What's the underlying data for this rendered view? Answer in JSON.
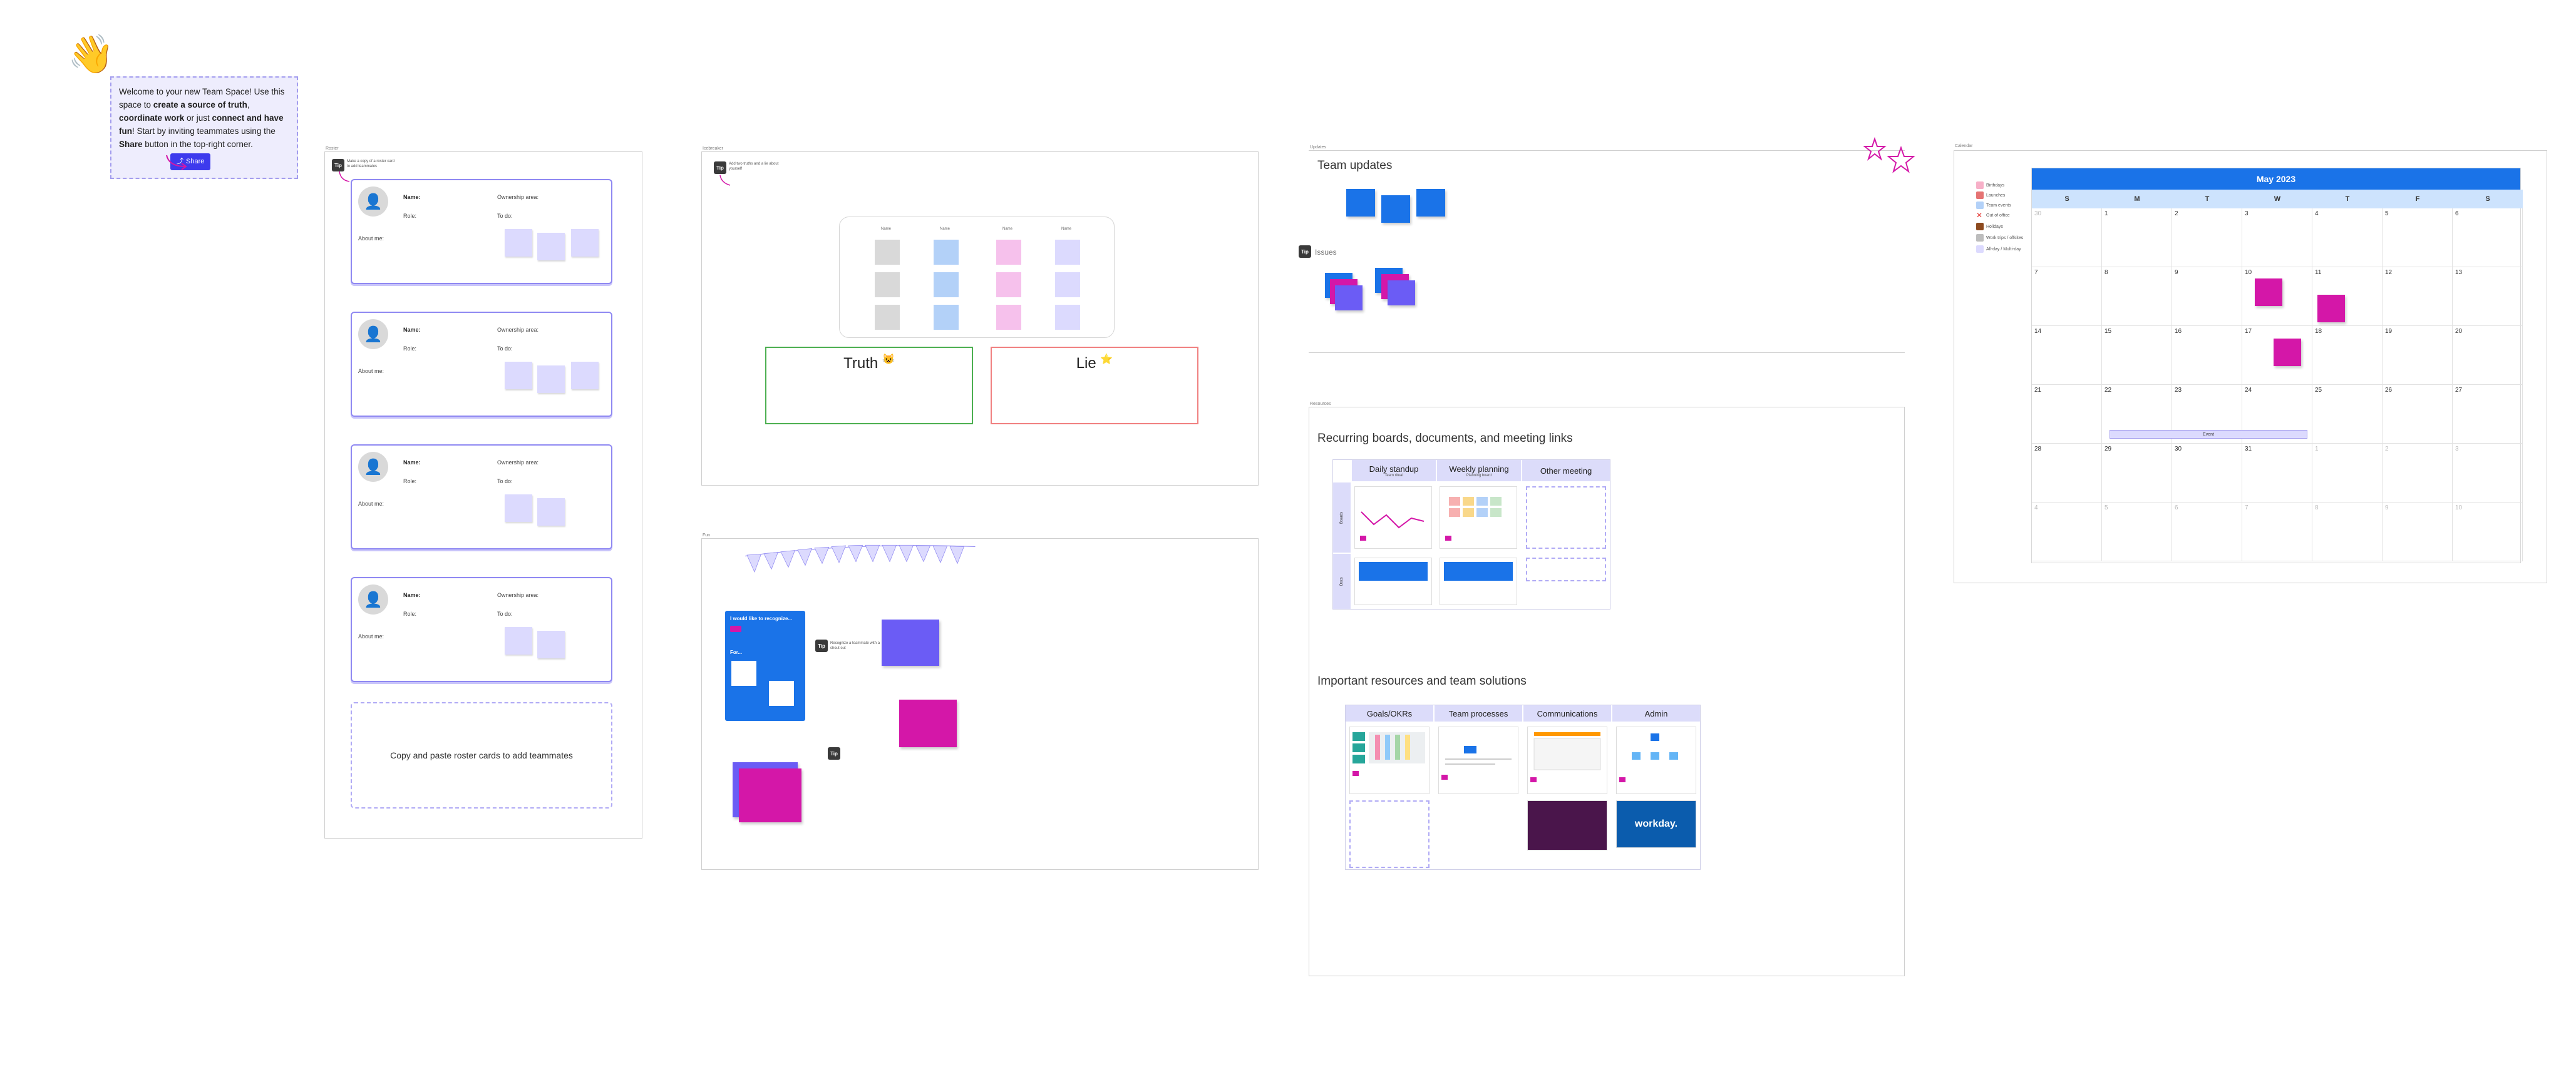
{
  "welcome": {
    "emoji": "👋",
    "line_a": "Welcome to your new Team Space! Use this space to ",
    "bold_a": "create a source of truth",
    "line_b": ", ",
    "bold_b": "coordinate work",
    "line_c": " or just ",
    "bold_c": "connect and have fun",
    "line_d": "! Start by inviting teammates using the ",
    "bold_d": "Share",
    "line_e": " button in the top-right corner.",
    "share_label": "Share"
  },
  "roster": {
    "frame_label": "Roster",
    "tip_badge": "Tip",
    "tip_text": "Make a copy of a roster card to add teammates",
    "cards": [
      {
        "name_label": "Name:",
        "role_label": "Role:",
        "about_label": "About me:",
        "ownership_label": "Ownership area:",
        "todo_label": "To do:"
      },
      {
        "name_label": "Name:",
        "role_label": "Role:",
        "about_label": "About me:",
        "ownership_label": "Ownership area:",
        "todo_label": "To do:"
      },
      {
        "name_label": "Name:",
        "role_label": "Role:",
        "about_label": "About me:",
        "ownership_label": "Ownership area:",
        "todo_label": "To do:"
      },
      {
        "name_label": "Name:",
        "role_label": "Role:",
        "about_label": "About me:",
        "ownership_label": "Ownership area:",
        "todo_label": "To do:"
      }
    ],
    "copy_text": "Copy and paste roster cards to add teammates"
  },
  "truths": {
    "frame_label": "Icebreaker",
    "tip_badge": "Tip",
    "tip_text": "Add two truths and a lie about yourself",
    "columns": [
      "Name",
      "Name",
      "Name",
      "Name"
    ],
    "truth_label": "Truth",
    "truth_emoji": "😺",
    "lie_label": "Lie",
    "lie_emoji": "⭐"
  },
  "fun": {
    "frame_label": "Fun",
    "blue_title": "I would like to recognize...",
    "blue_sub": "For...",
    "tip_badge": "Tip",
    "tip_text": "Recognize a teammate with a shout out",
    "tip_badge_2": "Tip"
  },
  "updates": {
    "frame_label": "Updates",
    "title": "Team updates",
    "subtitle": "Issues",
    "tip_badge": "Tip"
  },
  "resources": {
    "frame_label": "Resources",
    "recurring_title": "Recurring boards, documents, and meeting links",
    "recurring_cols": [
      "Daily standup",
      "Weekly planning",
      "Other meeting"
    ],
    "recurring_sub": [
      "Team ritual",
      "Planning board",
      ""
    ],
    "row_labels": [
      "Boards",
      "Docs"
    ],
    "important_title": "Important resources and team solutions",
    "important_cols": [
      "Goals/OKRs",
      "Team processes",
      "Communications",
      "Admin"
    ],
    "workday_label": "workday."
  },
  "calendar": {
    "frame_label": "Calendar",
    "month": "May 2023",
    "dow": [
      "S",
      "M",
      "T",
      "W",
      "T",
      "F",
      "S"
    ],
    "weeks": [
      [
        "30",
        "1",
        "2",
        "3",
        "4",
        "5",
        "6"
      ],
      [
        "7",
        "8",
        "9",
        "10",
        "11",
        "12",
        "13"
      ],
      [
        "14",
        "15",
        "16",
        "17",
        "18",
        "19",
        "20"
      ],
      [
        "21",
        "22",
        "23",
        "24",
        "25",
        "26",
        "27"
      ],
      [
        "28",
        "29",
        "30",
        "31",
        "1",
        "2",
        "3"
      ],
      [
        "4",
        "5",
        "6",
        "7",
        "8",
        "9",
        "10"
      ]
    ],
    "event_label": "Event",
    "legend": [
      "Birthdays",
      "Launches",
      "Team events",
      "Out of office",
      "Holidays",
      "Work trips / offsites",
      "All-day / Multi-day"
    ]
  },
  "colors": {
    "accent": "#3d3aed",
    "lavender": "#dcdafe",
    "blue": "#1a73e8",
    "magenta": "#d417a8",
    "purple": "#6b5cf5",
    "truth_border": "#4caf50",
    "lie_border": "#f08080"
  }
}
